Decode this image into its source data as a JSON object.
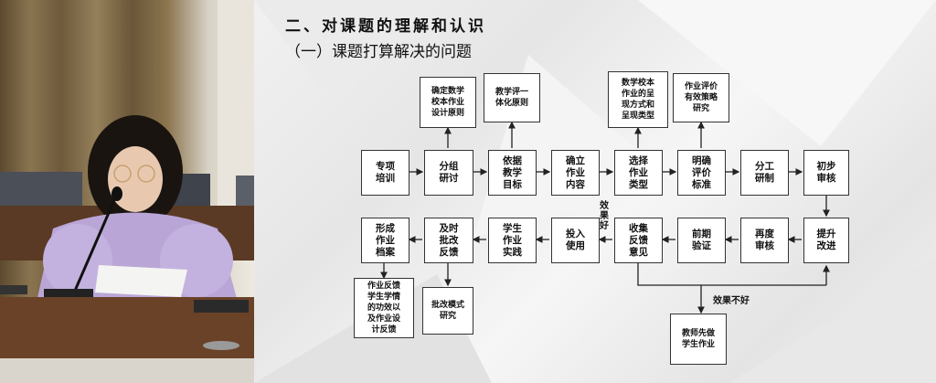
{
  "slide": {
    "title": "二、对课题的理解和认识",
    "subtitle": "（一）课题打算解决的问题"
  },
  "row1": [
    "专项\n培训",
    "分组\n研讨",
    "依据\n教学\n目标",
    "确立\n作业\n内容",
    "选择\n作业\n类型",
    "明确\n评价\n标准",
    "分工\n研制",
    "初步\n审核"
  ],
  "row2": [
    "形成\n作业\n档案",
    "及时\n批改\n反馈",
    "学生\n作业\n实践",
    "投入\n使用",
    "收集\n反馈\n意见",
    "前期\n验证",
    "再度\n审核",
    "提升\n改进"
  ],
  "top_boxes": [
    "确定数学\n校本作业\n设计原则",
    "教学评一\n体化原则",
    "数学校本\n作业的呈\n现方式和\n呈现类型",
    "作业评价\n有效策略\n研究"
  ],
  "bottom_boxes": [
    "作业反馈\n学生学情\n的功效以\n及作业设\n计反馈",
    "批改模式\n研究",
    "教师先做\n学生作业"
  ],
  "labels": {
    "good": "效\n果\n好",
    "bad": "效果不好"
  }
}
